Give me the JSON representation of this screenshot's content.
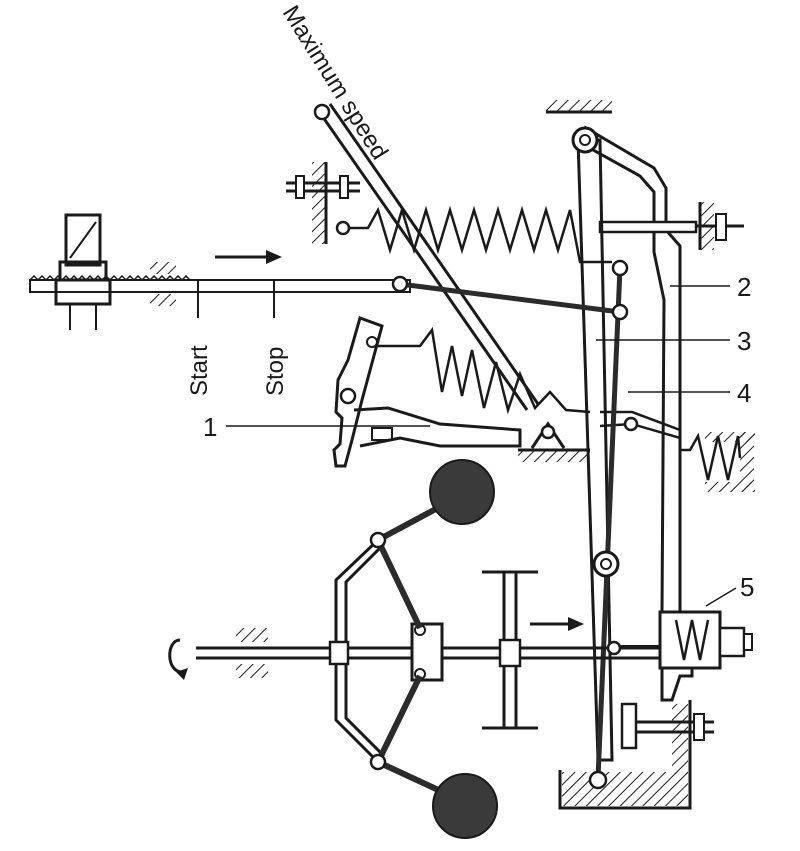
{
  "labels": {
    "max_speed": "Maximum speed",
    "start": "Start",
    "stop": "Stop",
    "n1": "1",
    "n2": "2",
    "n3": "3",
    "n4": "4",
    "n5": "5"
  },
  "colors": {
    "ink": "#1a1a1a",
    "link": "#2b2b2b",
    "flyweight": "#3a3a3a",
    "paper": "#ffffff"
  }
}
